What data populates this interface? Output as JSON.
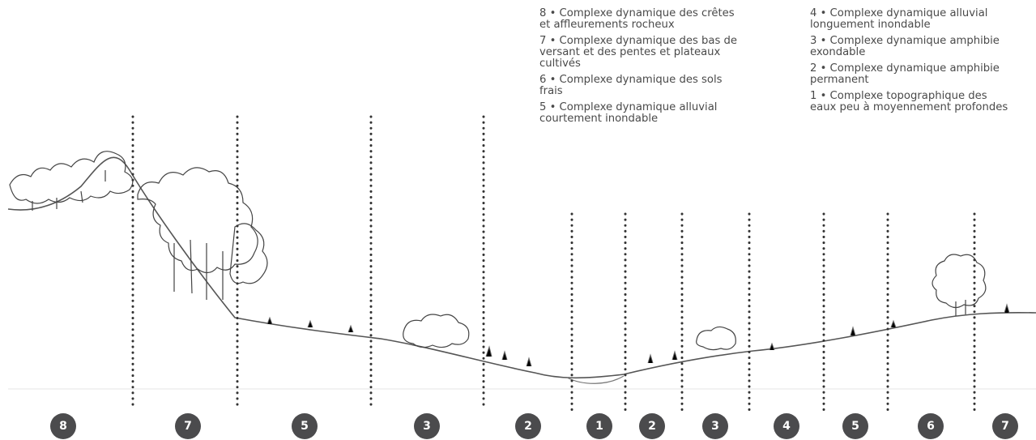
{
  "legend_mid": [
    {
      "text": "8 • Complexe dynamique des crêtes\net affleurements rocheux"
    },
    {
      "text": "7 • Complexe dynamique des bas de\nversant et des pentes et plateaux\ncultivés"
    },
    {
      "text": "6 • Complexe dynamique des sols\nfrais"
    },
    {
      "text": "5 • Complexe dynamique alluvial\ncourtement inondable"
    }
  ],
  "legend_right": [
    {
      "text": "4 • Complexe dynamique alluvial\nlonguement inondable"
    },
    {
      "text": "3 • Complexe dynamique amphibie\nexondable"
    },
    {
      "text": "2 • Complexe dynamique amphibie\npermanent"
    },
    {
      "text": "1 • Complexe topographique des\neaux peu à moyennement profondes"
    }
  ],
  "zones": [
    "8",
    "7",
    "5",
    "3",
    "2",
    "1",
    "2",
    "3",
    "4",
    "5",
    "6",
    "7"
  ],
  "colors": {
    "badge": "#4b4b4d",
    "text": "#4a4a4a",
    "line": "#333333"
  }
}
